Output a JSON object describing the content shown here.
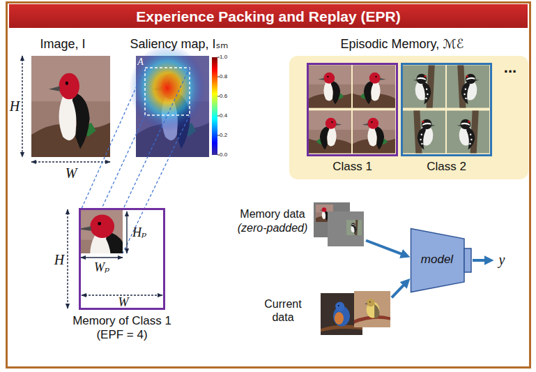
{
  "diagram": {
    "title": "Experience Packing and Replay (EPR)",
    "nodes": [
      {
        "text": [
          "Image, I"
        ]
      },
      {
        "text": [
          "Saliency map, Iₛₘ"
        ]
      },
      {
        "text": [
          "Episodic Memory, ℳℰ",
          "..."
        ]
      },
      {
        "text": [
          "Class 1"
        ],
        "in": 2
      },
      {
        "text": [
          "Class 2"
        ],
        "in": 2
      },
      {
        "text": [
          "Memory of Class 1 (EPF = 4)"
        ]
      },
      {
        "text": [
          "Memory data",
          "(zero-padded)"
        ]
      },
      {
        "text": [
          "model"
        ]
      },
      {
        "text": [
          "Current data"
        ]
      }
    ],
    "edges": [
      {
        "from": 6,
        "to": 7,
        "arrow": "to"
      },
      {
        "from": 8,
        "to": 7,
        "arrow": "to"
      }
    ],
    "labels": [
      "H",
      "W",
      "A",
      "1.0",
      "0.8",
      "0.6",
      "0.4",
      "0.2",
      "0.0",
      "H",
      "W",
      "Hₚ",
      "Wₚ",
      "y"
    ]
  }
}
